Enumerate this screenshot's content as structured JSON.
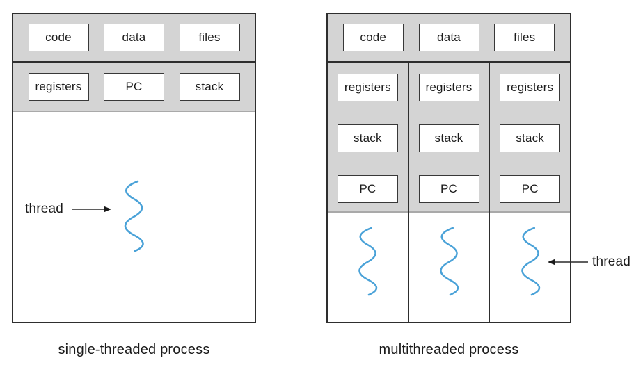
{
  "colors": {
    "panel_gray": "#d4d4d4",
    "border_dark": "#2e2e2e",
    "divider_soft": "#a9a9a9",
    "thread_blue": "#4aa2d8",
    "text": "#1c1c1c"
  },
  "left_panel": {
    "caption": "single-threaded process",
    "thread_label": "thread",
    "shared_row": {
      "code": "code",
      "data": "data",
      "files": "files"
    },
    "state_row": {
      "registers": "registers",
      "pc": "PC",
      "stack": "stack"
    }
  },
  "right_panel": {
    "caption": "multithreaded process",
    "thread_label": "thread",
    "shared_row": {
      "code": "code",
      "data": "data",
      "files": "files"
    },
    "thread_columns": [
      {
        "registers": "registers",
        "stack": "stack",
        "pc": "PC"
      },
      {
        "registers": "registers",
        "stack": "stack",
        "pc": "PC"
      },
      {
        "registers": "registers",
        "stack": "stack",
        "pc": "PC"
      }
    ]
  }
}
